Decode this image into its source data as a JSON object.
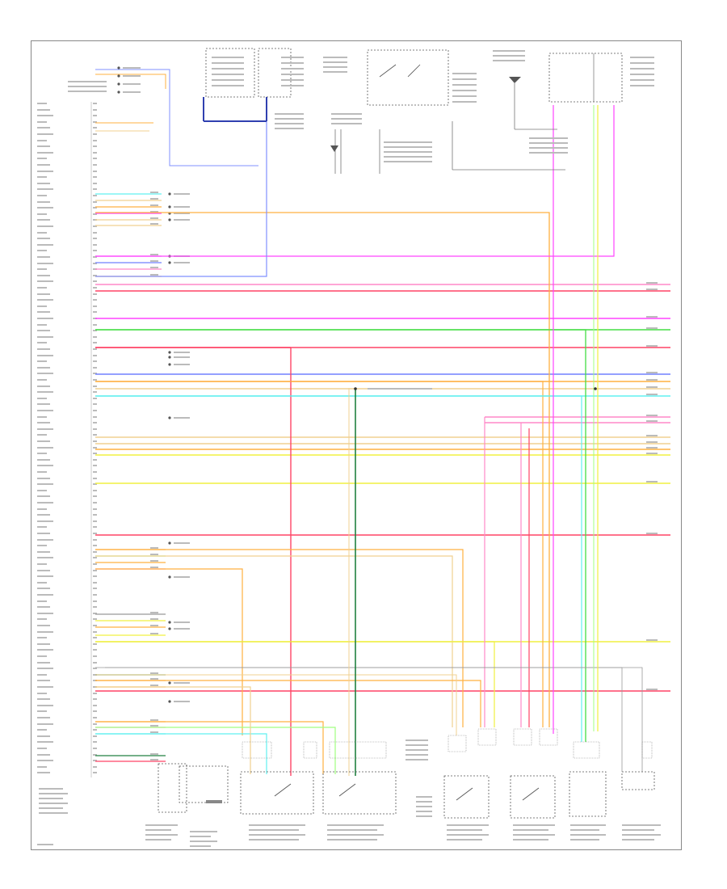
{
  "diagram": {
    "footer_code": "",
    "module_label": "",
    "colors": {
      "pink": "#ff88c8",
      "light_pink": "#ffb0d8",
      "magenta": "#ff44ff",
      "red": "#ff4466",
      "orange": "#ffb040",
      "tan": "#f0d090",
      "yellow": "#f0f040",
      "green": "#44dd44",
      "light_green": "#a0ff80",
      "blue": "#7080ff",
      "light_blue": "#8090ff",
      "cyan": "#60f0f0",
      "dark_green": "#208040",
      "black": "#444444",
      "gray": "#999999"
    },
    "components": [
      {
        "id": "transmission-range-switch",
        "icon": "switch-icon"
      },
      {
        "id": "fuel-pump-relay",
        "icon": "relay-icon"
      },
      {
        "id": "ignition-switch",
        "icon": "switch-icon"
      },
      {
        "id": "fuel-pump-tank-sensor",
        "icon": "sensor-icon"
      },
      {
        "id": "ambient-air-temp-sensor",
        "icon": "sensor-icon"
      },
      {
        "id": "fuel-temperature-sensor",
        "icon": "sensor-icon"
      },
      {
        "id": "fuel-tank-pressure-sensor",
        "icon": "sensor-icon"
      },
      {
        "id": "heated-oxygen-sensor-1",
        "icon": "sensor-icon"
      },
      {
        "id": "heated-oxygen-sensor-2",
        "icon": "sensor-icon"
      },
      {
        "id": "fuel-tank-pressure-switch",
        "icon": "switch-icon"
      },
      {
        "id": "evaporative-emission-valve",
        "icon": "valve-icon"
      },
      {
        "id": "fuel-injector-module",
        "icon": "module-icon"
      }
    ]
  }
}
